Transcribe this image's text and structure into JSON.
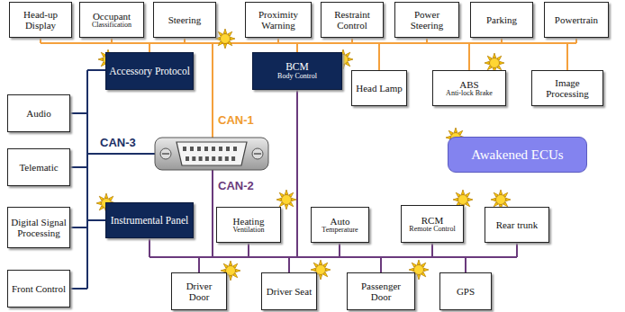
{
  "diagram": {
    "nodes": [
      {
        "text": [
          "Head-up Display"
        ]
      },
      {
        "text": [
          "Occupant",
          "Classification"
        ]
      },
      {
        "text": [
          "Steering"
        ]
      },
      {
        "text": [
          "Proximity Warning"
        ]
      },
      {
        "text": [
          "Restraint Control"
        ]
      },
      {
        "text": [
          "Power Steering"
        ]
      },
      {
        "text": [
          "Parking"
        ]
      },
      {
        "text": [
          "Powertrain"
        ]
      },
      {
        "text": [
          "Accessory Protocol"
        ]
      },
      {
        "text": [
          "BCM",
          "Body Control"
        ]
      },
      {
        "text": [
          "Head Lamp"
        ]
      },
      {
        "text": [
          "ABS",
          "Anti-lock Brake"
        ]
      },
      {
        "text": [
          "Image Processing"
        ]
      },
      {
        "text": [
          "Audio"
        ]
      },
      {
        "text": [
          "Telematic"
        ]
      },
      {
        "text": [
          "Digital Signal Processing"
        ]
      },
      {
        "text": [
          "Front Control"
        ]
      },
      {
        "text": [
          "Instrumental Panel"
        ]
      },
      {
        "text": [
          "Heating",
          "Ventilation"
        ]
      },
      {
        "text": [
          "Auto",
          "Temperature"
        ]
      },
      {
        "text": [
          "RCM",
          "Remote Control"
        ]
      },
      {
        "text": [
          "Rear trunk"
        ]
      },
      {
        "text": [
          "Driver Door"
        ]
      },
      {
        "text": [
          "Driver Seat"
        ]
      },
      {
        "text": [
          "Passenger Door"
        ]
      },
      {
        "text": [
          "GPS"
        ]
      }
    ],
    "labels": [
      "CAN-1",
      "CAN-3",
      "CAN-2"
    ],
    "legend": [
      {
        "text": "Awakened ECUs",
        "color": "#8383ef"
      }
    ]
  }
}
